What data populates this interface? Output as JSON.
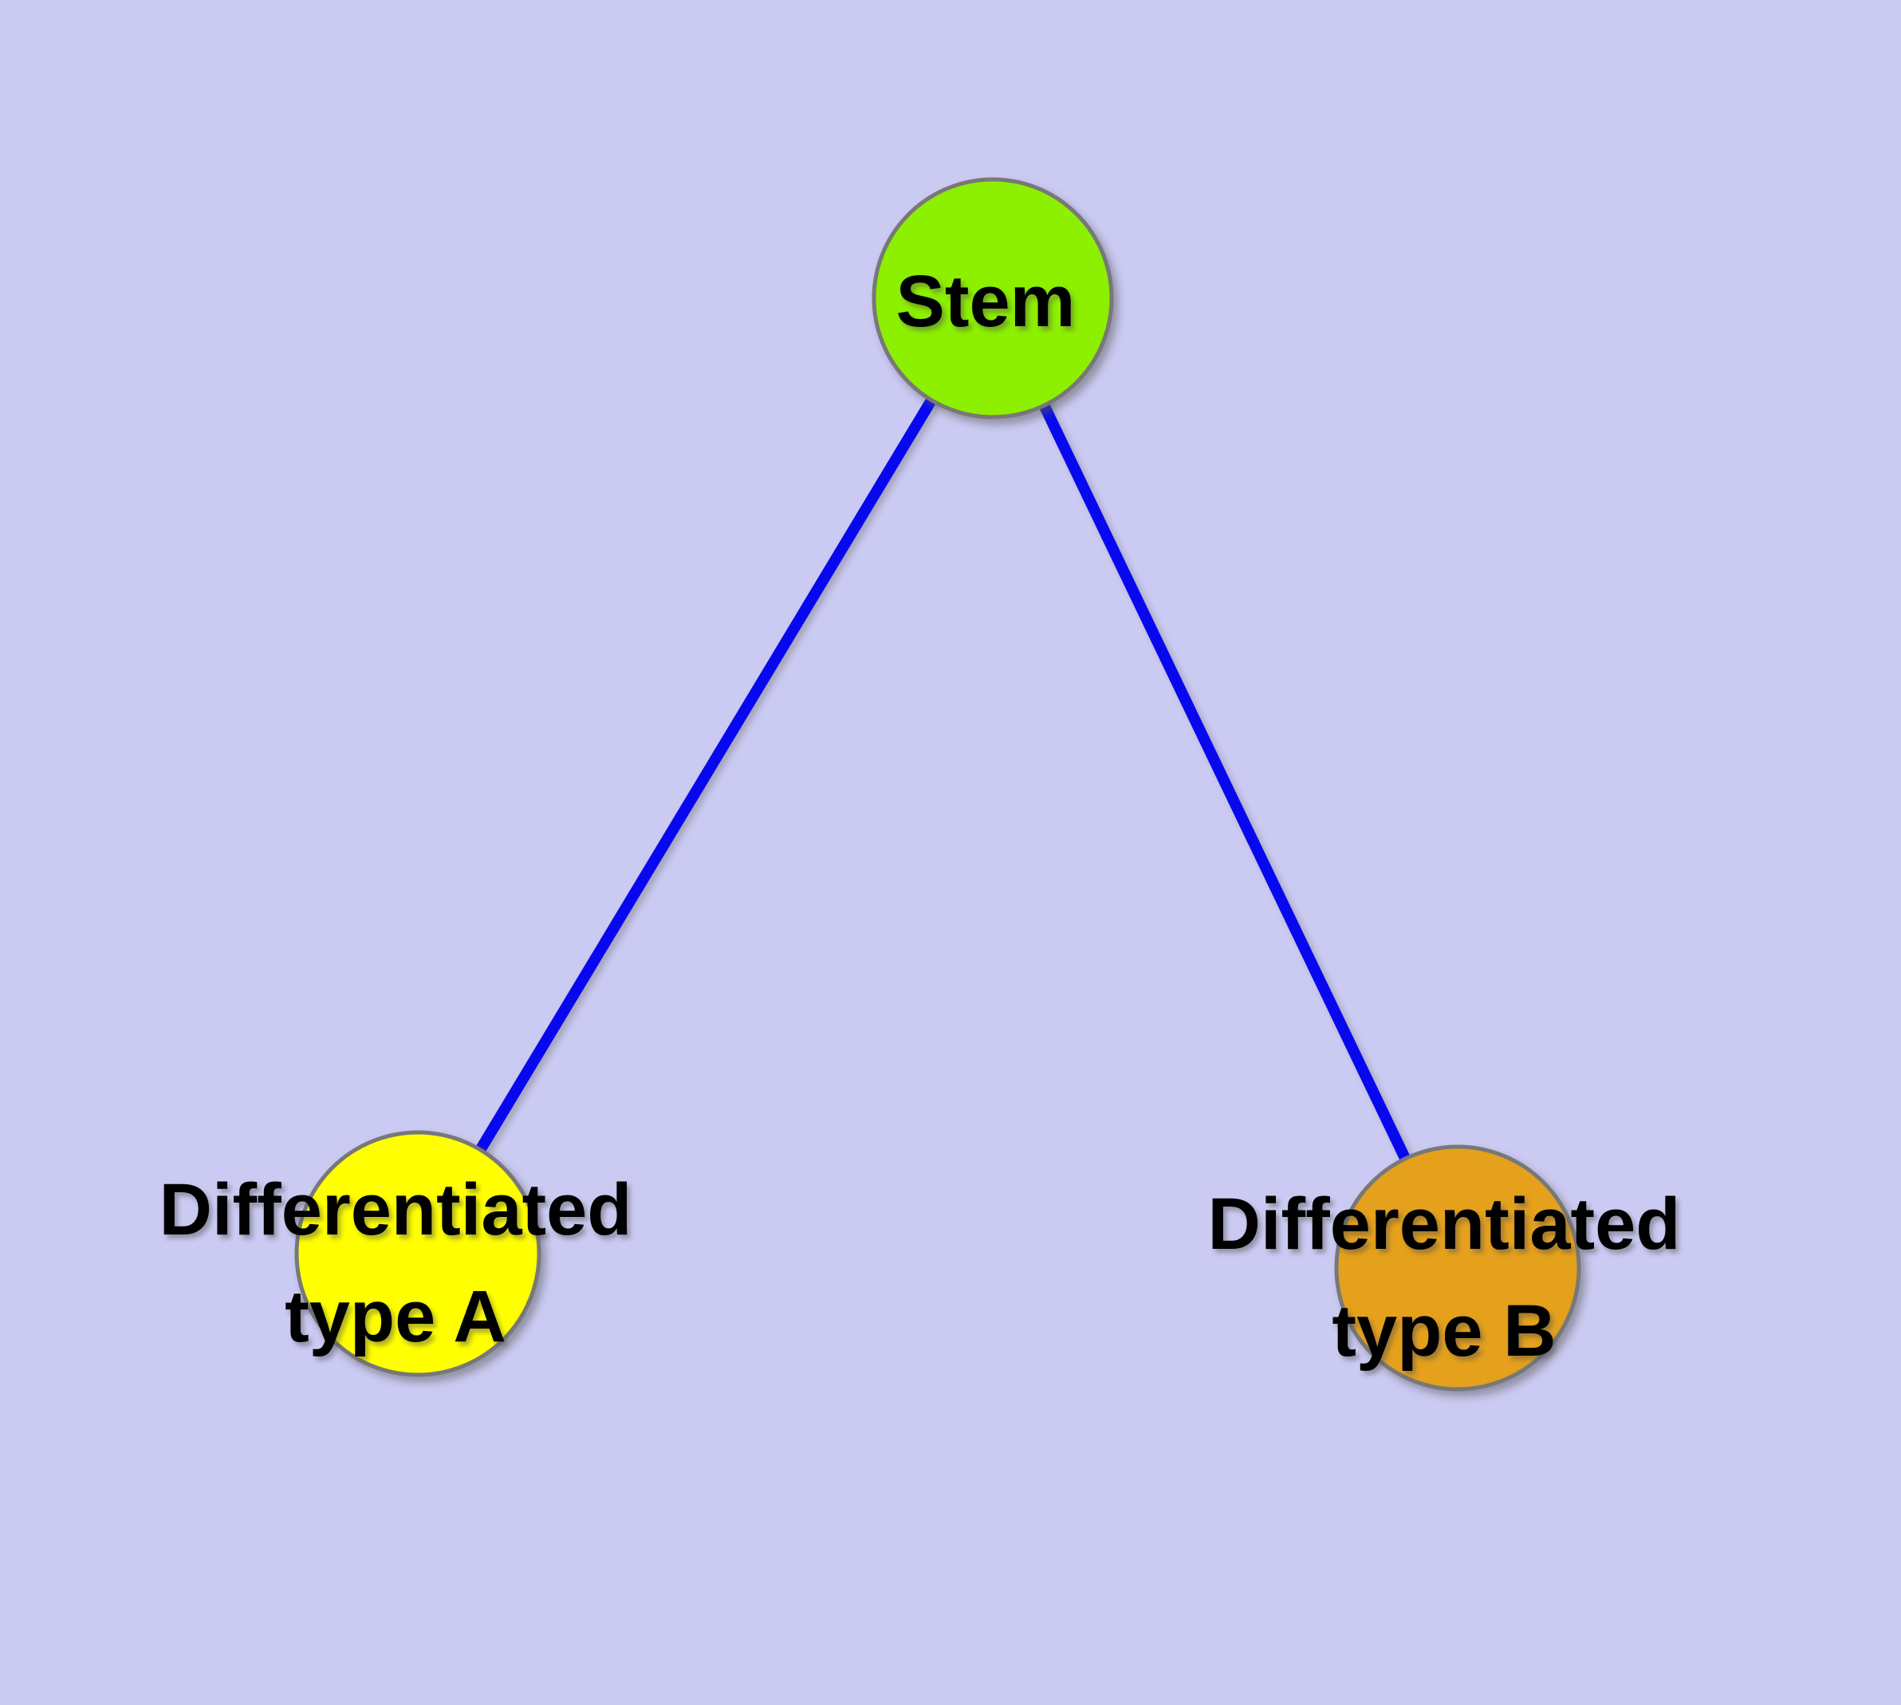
{
  "canvas": {
    "background_color": "#CACAF2"
  },
  "graph": {
    "nodes": [
      {
        "id": "stem",
        "label": "Stem",
        "fill": "#8CF000",
        "border": "#787878"
      },
      {
        "id": "differentiated-type-a",
        "label": "Differentiated\ntype A",
        "fill": "#FFFF00",
        "border": "#787878"
      },
      {
        "id": "differentiated-type-b",
        "label": "Differentiated\ntype B",
        "fill": "#E5A11C",
        "border": "#787878"
      }
    ],
    "edges": [
      {
        "from": "stem",
        "to": "differentiated-type-a",
        "color": "#0808F0"
      },
      {
        "from": "stem",
        "to": "differentiated-type-b",
        "color": "#0808F0"
      }
    ],
    "label_text_color": "#000000"
  }
}
